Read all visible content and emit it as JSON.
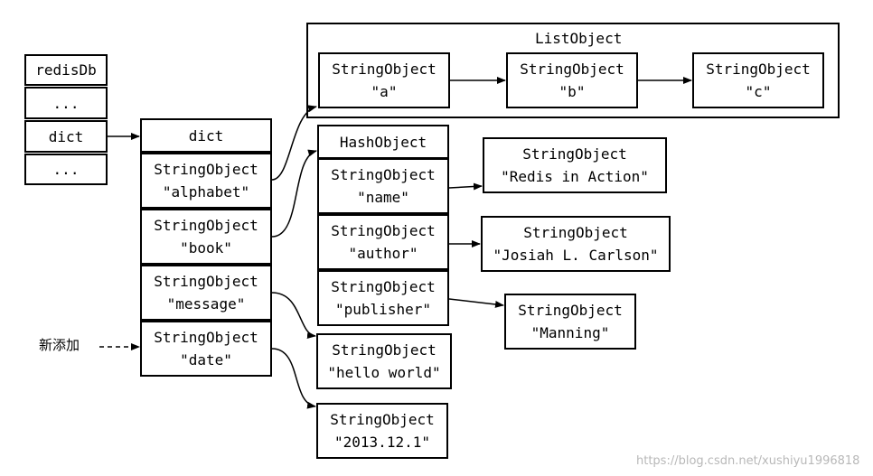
{
  "redisDb": {
    "title": "redisDb",
    "rows": [
      "...",
      "dict",
      "..."
    ]
  },
  "dict": {
    "title": "dict",
    "entries": [
      {
        "type": "StringObject",
        "key": "\"alphabet\""
      },
      {
        "type": "StringObject",
        "key": "\"book\""
      },
      {
        "type": "StringObject",
        "key": "\"message\""
      },
      {
        "type": "StringObject",
        "key": "\"date\""
      }
    ]
  },
  "new_label": "新添加",
  "list_object": {
    "title": "ListObject",
    "items": [
      {
        "type": "StringObject",
        "value": "\"a\""
      },
      {
        "type": "StringObject",
        "value": "\"b\""
      },
      {
        "type": "StringObject",
        "value": "\"c\""
      }
    ]
  },
  "hash_object": {
    "title": "HashObject",
    "fields": [
      {
        "type": "StringObject",
        "key": "\"name\""
      },
      {
        "type": "StringObject",
        "key": "\"author\""
      },
      {
        "type": "StringObject",
        "key": "\"publisher\""
      }
    ],
    "values": [
      {
        "type": "StringObject",
        "value": "\"Redis in Action\""
      },
      {
        "type": "StringObject",
        "value": "\"Josiah L. Carlson\""
      },
      {
        "type": "StringObject",
        "value": "\"Manning\""
      }
    ]
  },
  "message_value": {
    "type": "StringObject",
    "value": "\"hello world\""
  },
  "date_value": {
    "type": "StringObject",
    "value": "\"2013.12.1\""
  },
  "watermark": "https://blog.csdn.net/xushiyu1996818"
}
